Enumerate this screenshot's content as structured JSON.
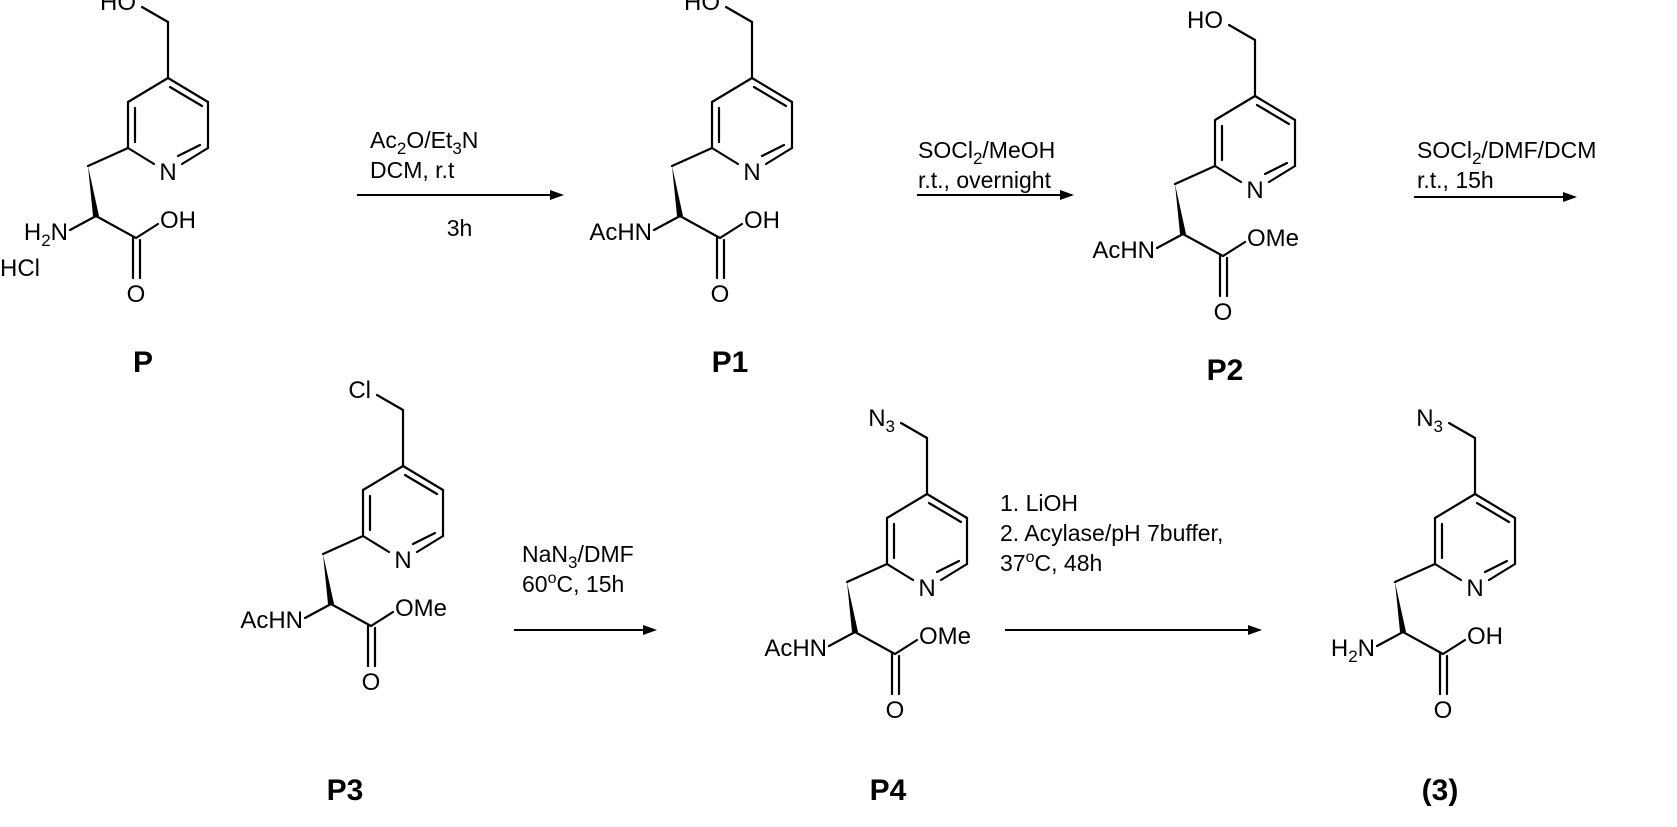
{
  "compounds": {
    "P": {
      "label": "P",
      "top_group": "HO",
      "amine": "H2N",
      "salt": "HCl",
      "acid_end": "OH",
      "carbonyl_o": "O",
      "ring_n": "N"
    },
    "P1": {
      "label": "P1",
      "top_group": "HO",
      "amine": "AcHN",
      "acid_end": "OH",
      "carbonyl_o": "O",
      "ring_n": "N"
    },
    "P2": {
      "label": "P2",
      "top_group": "HO",
      "amine": "AcHN",
      "acid_end": "OMe",
      "carbonyl_o": "O",
      "ring_n": "N"
    },
    "P3": {
      "label": "P3",
      "top_group": "Cl",
      "amine": "AcHN",
      "acid_end": "OMe",
      "carbonyl_o": "O",
      "ring_n": "N"
    },
    "P4": {
      "label": "P4",
      "top_group": "N3",
      "amine": "AcHN",
      "acid_end": "OMe",
      "carbonyl_o": "O",
      "ring_n": "N"
    },
    "C3": {
      "label": "(3)",
      "top_group": "N3",
      "amine": "H2N",
      "acid_end": "OH",
      "carbonyl_o": "O",
      "ring_n": "N"
    }
  },
  "arrows": [
    {
      "id": "r1",
      "above": [
        "Ac2O/Et3N",
        "DCM, r.t"
      ],
      "below": [
        "3h"
      ]
    },
    {
      "id": "r2",
      "above": [
        "SOCl2/MeOH",
        "r.t., overnight"
      ],
      "below": []
    },
    {
      "id": "r3",
      "above": [
        "SOCl2/DMF/DCM",
        "r.t., 15h"
      ],
      "below": []
    },
    {
      "id": "r4",
      "above": [
        "NaN3/DMF",
        "60oC, 15h"
      ],
      "below": []
    },
    {
      "id": "r5",
      "above": [
        "1. LiOH",
        "2. Acylase/pH 7buffer,",
        "37oC, 48h"
      ],
      "below": []
    }
  ]
}
